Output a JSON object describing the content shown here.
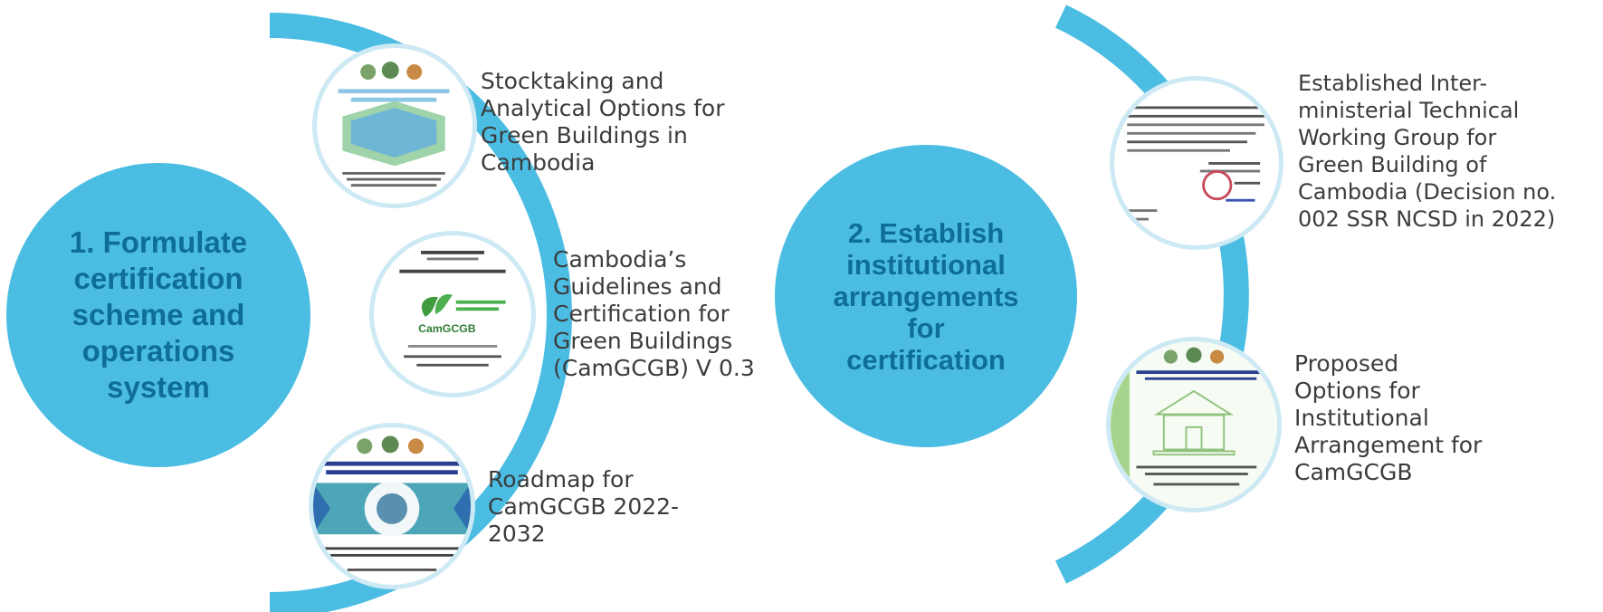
{
  "colors": {
    "accent": "#4bbde3",
    "heading": "#0f6e98",
    "text": "#3c3c3c"
  },
  "section1": {
    "title": "1. Formulate\ncertification\nscheme and\noperations\nsystem",
    "items": [
      {
        "label": "Stocktaking and\nAnalytical Options for\nGreen Buildings in\nCambodia",
        "thumbnail_icon": "report-cover-icon"
      },
      {
        "label": "Cambodia’s\nGuidelines and\nCertification for\nGreen Buildings\n(CamGCGB) V 0.3",
        "thumbnail_icon": "guideline-cover-icon"
      },
      {
        "label": "Roadmap for\nCamGCGB 2022-\n2032",
        "thumbnail_icon": "roadmap-cover-icon"
      }
    ]
  },
  "section2": {
    "title": "2. Establish\ninstitutional\narrangements\nfor\ncertification",
    "items": [
      {
        "label": "Established Inter-\nministerial Technical\nWorking Group for\nGreen Building of\nCambodia (Decision no.\n002 SSR NCSD in 2022)",
        "thumbnail_icon": "decision-document-icon"
      },
      {
        "label": "Proposed\nOptions for\nInstitutional\nArrangement for\nCamGCGB",
        "thumbnail_icon": "institutional-options-cover-icon"
      }
    ]
  }
}
